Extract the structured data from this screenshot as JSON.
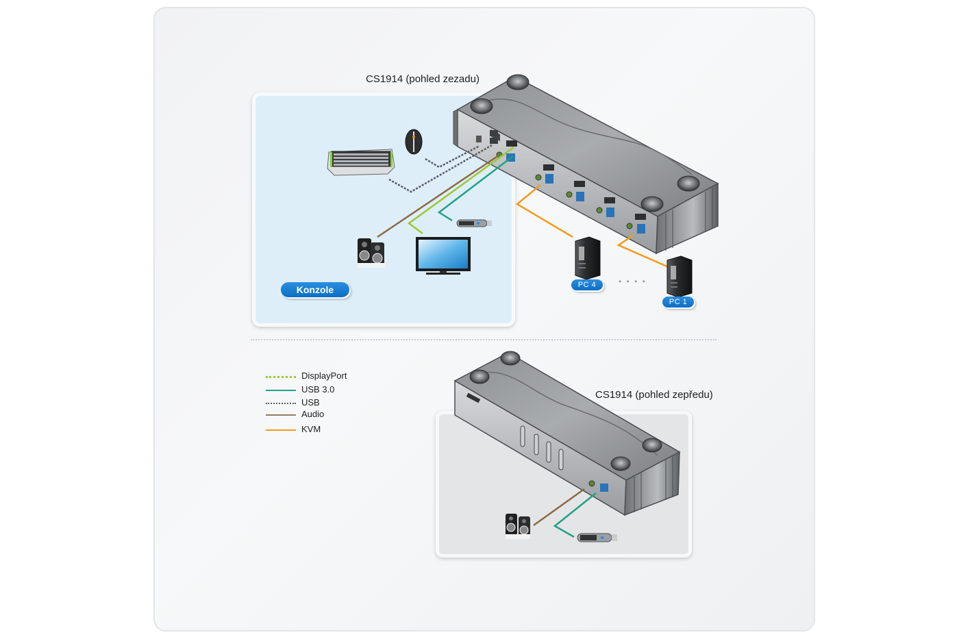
{
  "titles": {
    "rear_view": "CS1914 (pohled zezadu)",
    "front_view": "CS1914 (pohled zepředu)"
  },
  "labels": {
    "console": "Konzole",
    "pc4": "PC 4",
    "pc1": "PC 1",
    "ellipsis": "• • • •"
  },
  "legend": [
    {
      "label": "DisplayPort",
      "color": "#9cc832",
      "style": "double-dotted"
    },
    {
      "label": "USB 3.0",
      "color": "#1fa184",
      "style": "solid"
    },
    {
      "label": "USB",
      "color": "#555a5e",
      "style": "dotted"
    },
    {
      "label": "Audio",
      "color": "#957d5e",
      "style": "solid"
    },
    {
      "label": "KVM",
      "color": "#f39a1c",
      "style": "solid"
    }
  ],
  "colors": {
    "displayport": "#9cc832",
    "usb3": "#1fa184",
    "usb": "#555a5e",
    "audio": "#8a6a45",
    "kvm": "#f39a1c",
    "badge": "#0a6ec4",
    "console_bg": "#ddeef8"
  }
}
